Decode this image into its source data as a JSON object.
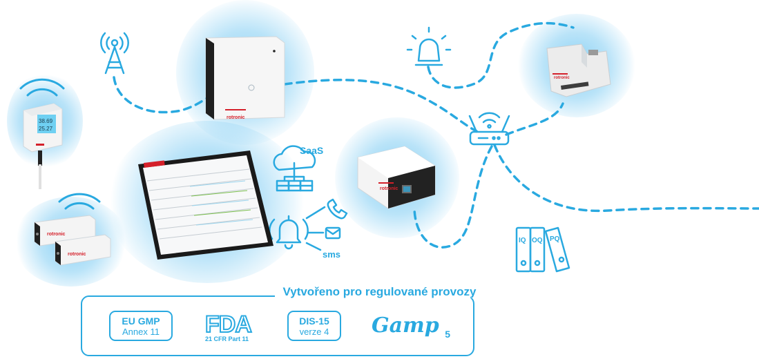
{
  "labels": {
    "saas": "SaaS",
    "sms": "sms",
    "qualification": [
      "IQ",
      "OQ",
      "PQ"
    ],
    "brand": "rotronic"
  },
  "sensor_display": {
    "line1": "38.69",
    "line2": "25.27"
  },
  "regulatory": {
    "title": "Vytvořeno pro regulované provozy",
    "eu_gmp": {
      "title": "EU GMP",
      "subtitle": "Annex 11"
    },
    "fda": {
      "logo": "FDA",
      "subtitle": "21 CFR Part 11"
    },
    "dis15": {
      "title": "DIS-15",
      "subtitle": "verze 4"
    },
    "gamp": {
      "logo": "Gamp",
      "version": "5"
    }
  },
  "colors": {
    "accent": "#29a9e0",
    "brand_red": "#d4202a",
    "device_dark": "#2b2b2b"
  },
  "icons": [
    "antenna-tower-icon",
    "alarm-beacon-icon",
    "wifi-router-icon",
    "cloud-saas-icon",
    "bell-icon",
    "phone-icon",
    "mail-icon",
    "binders-icon",
    "wifi-signal-icon"
  ]
}
